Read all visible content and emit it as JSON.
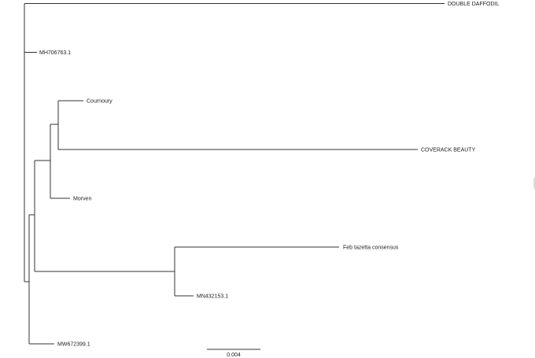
{
  "tree": {
    "tips": [
      {
        "id": "double",
        "label": "DOUBLE DAFFODIL"
      },
      {
        "id": "mh706763",
        "label": "MH706763.1"
      },
      {
        "id": "cournoury",
        "label": "Cournoury"
      },
      {
        "id": "coverack",
        "label": "COVERACK BEAUTY"
      },
      {
        "id": "morven",
        "label": "Morven"
      },
      {
        "id": "feb",
        "label": "Feb tazetta consensus"
      },
      {
        "id": "mn432153",
        "label": "MN432153.1"
      },
      {
        "id": "mw672399",
        "label": "MW672399.1"
      }
    ]
  },
  "scale_bar": {
    "label": "0.004"
  }
}
